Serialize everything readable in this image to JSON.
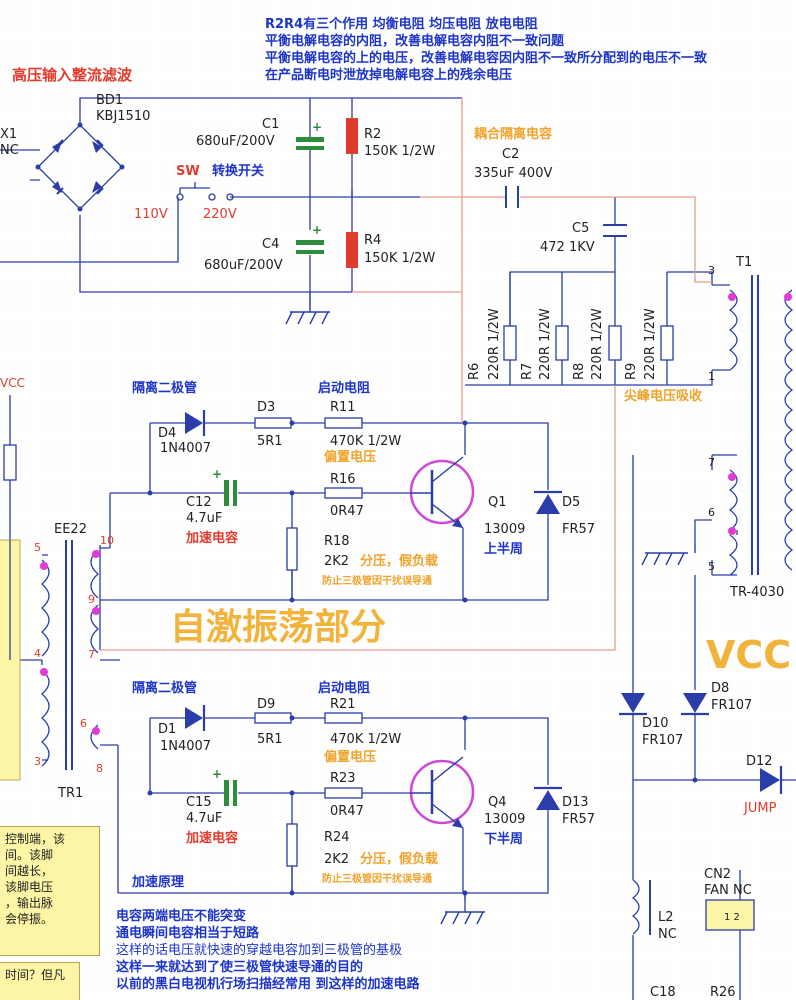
{
  "notes_top": [
    "R2R4有三个作用 均衡电阻 均压电阻 放电电阻",
    "平衡电解电容的内阻，改善电解电容内阻不一致问题",
    "平衡电解电容的上的电压，改善电解电容因内阻不一致所分配到的电压不一致",
    "在产品断电时泄放掉电解电容上的残余电压"
  ],
  "section_rectifier": "高压输入整流滤波",
  "section_oscillator": "自激振荡部分",
  "vcc_big": "VCC",
  "x1": {
    "ref": "X1",
    "sub": "NC"
  },
  "vcc_small": "VCC",
  "bd1": {
    "ref": "BD1",
    "part": "KBJ1510"
  },
  "c1": {
    "ref": "C1",
    "value": "680uF/200V"
  },
  "c4": {
    "ref": "C4",
    "value": "680uF/200V"
  },
  "r2": {
    "ref": "R2",
    "value": "150K 1/2W"
  },
  "r4": {
    "ref": "R4",
    "value": "150K 1/2W"
  },
  "sw": {
    "ref": "SW",
    "label": "转换开关",
    "v110": "110V",
    "v220": "220V"
  },
  "coupling_note": "耦合隔离电容",
  "c2": {
    "ref": "C2",
    "value": "335uF 400V"
  },
  "c5": {
    "ref": "C5",
    "value": "472 1KV"
  },
  "snubber": [
    {
      "ref": "R6",
      "value": "220R 1/2W"
    },
    {
      "ref": "R7",
      "value": "220R 1/2W"
    },
    {
      "ref": "R8",
      "value": "220R 1/2W"
    },
    {
      "ref": "R9",
      "value": "220R 1/2W"
    }
  ],
  "t1": {
    "ref": "T1",
    "pin3": "3",
    "pin1": "1",
    "pin7": "7",
    "pin6": "6",
    "pin5": "5",
    "part": "TR-4030"
  },
  "spike_note": "尖峰电压吸收",
  "tr1": {
    "ref": "EE22",
    "name": "TR1",
    "pins": [
      "5",
      "4",
      "3",
      "10",
      "9",
      "7",
      "6",
      "8"
    ]
  },
  "upper": {
    "diode_title": "隔离二极管",
    "d": "D4",
    "d_part": "1N4007",
    "r_small": "D3",
    "r_small_val": "5R1",
    "start_title": "启动电阻",
    "r_start": "R11",
    "r_start_val": "470K 1/2W",
    "bias": "偏置电压",
    "r_base": "R16",
    "r_base_val": "0R47",
    "c": "C12",
    "c_val": "4.7uF",
    "c_note": "加速电容",
    "r_div": "R18",
    "r_div_val": "2K2",
    "div_note": "分压，假负载",
    "div_sub": "防止三极管因干扰误导通",
    "q": "Q1",
    "q_part": "13009",
    "q_note": "上半周",
    "dd": "D5",
    "dd_part": "FR57"
  },
  "lower": {
    "diode_title": "隔离二极管",
    "d": "D1",
    "d_part": "1N4007",
    "r_small": "D9",
    "r_small_val": "5R1",
    "start_title": "启动电阻",
    "r_start": "R21",
    "r_start_val": "470K 1/2W",
    "bias": "偏置电压",
    "r_base": "R23",
    "r_base_val": "0R47",
    "c": "C15",
    "c_val": "4.7uF",
    "c_note": "加速电容",
    "r_div": "R24",
    "r_div_val": "2K2",
    "div_note": "分压，假负载",
    "div_sub": "防止三极管因干扰误导通",
    "q": "Q4",
    "q_part": "13009",
    "q_note": "下半周",
    "dd": "D13",
    "dd_part": "FR57"
  },
  "accel_title": "加速原理",
  "accel_lines": [
    "电容两端电压不能突变",
    "通电瞬间电容相当于短路",
    "这样的话电压就快速的穿越电容加到三极管的基极",
    "这样一来就达到了使三极管快速导通的目的",
    "以前的黑白电视机行场扫描经常用 到这样的加速电路"
  ],
  "right": {
    "d10": "D10",
    "d10_part": "FR107",
    "d8": "D8",
    "d8_part": "FR107",
    "d12": "D12",
    "jump": "JUMP",
    "l2": "L2",
    "l2_sub": "NC",
    "cn2": "CN2",
    "cn2_sub": "FAN NC",
    "c18": "C18",
    "r26": "R26"
  },
  "note_box_lines": [
    "控制端，该",
    "间。该脚",
    "间越长，",
    "该脚电压",
    "，输出脉",
    "会停振。"
  ],
  "note_box2": "时间？但凡"
}
